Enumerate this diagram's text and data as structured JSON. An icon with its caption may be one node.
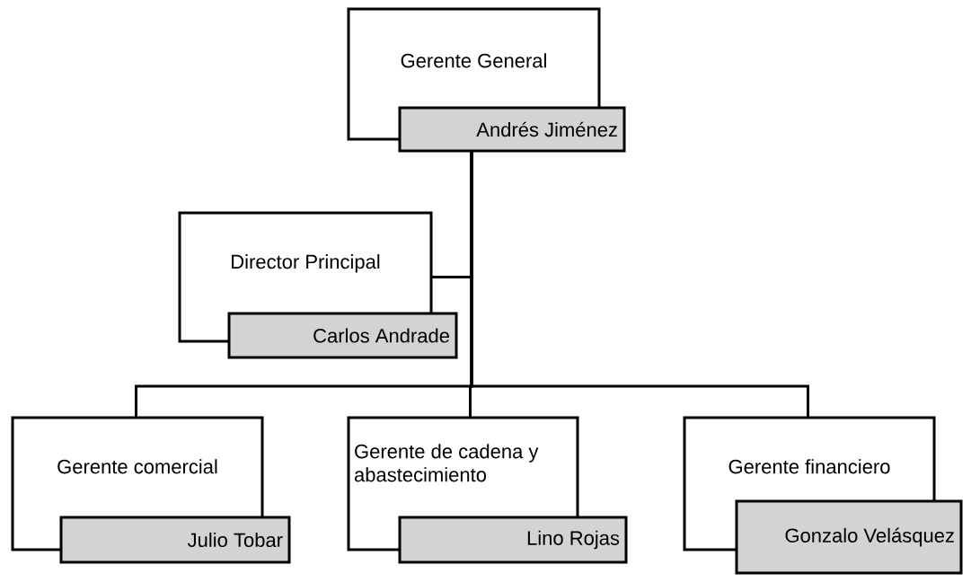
{
  "diagram": {
    "nodes": [
      {
        "text": [
          "Gerente General"
        ]
      },
      {
        "text": [
          "Andrés Jiménez"
        ]
      },
      {
        "text": [
          "Director Principal"
        ]
      },
      {
        "text": [
          "Carlos Andrade"
        ]
      },
      {
        "text": [
          "Gerente comercial"
        ]
      },
      {
        "text": [
          "Julio Tobar"
        ]
      },
      {
        "text": [
          "Gerente de cadena y abastecimiento"
        ]
      },
      {
        "text": [
          "Lino Rojas"
        ]
      },
      {
        "text": [
          "Gerente financiero"
        ]
      },
      {
        "text": [
          "Gonzalo Velásquez"
        ]
      }
    ],
    "edges": [
      {
        "from": 1,
        "to": 2,
        "arrow": "none"
      },
      {
        "from": 1,
        "to": 4,
        "arrow": "none"
      },
      {
        "from": 1,
        "to": 6,
        "arrow": "none"
      },
      {
        "from": 1,
        "to": 8,
        "arrow": "none"
      }
    ]
  }
}
